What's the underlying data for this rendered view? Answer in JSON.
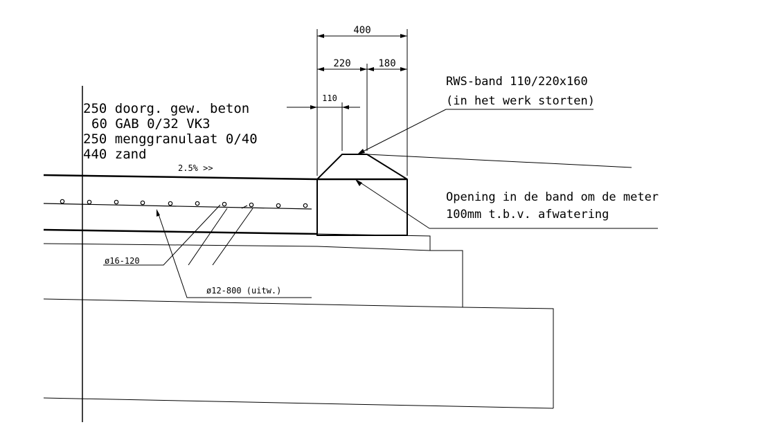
{
  "layers": {
    "l1": "250 doorg. gew. beton",
    "l2": "60 GAB 0/32 VK3",
    "l3": "250 menggranulaat 0/40",
    "l4": "440 zand"
  },
  "slope": "2.5% >>",
  "dims": {
    "total": "400",
    "left": "220",
    "right": "180",
    "inner": "110"
  },
  "band_note": {
    "line1": "RWS-band 110/220x160",
    "line2": "(in het werk storten)"
  },
  "opening_note": {
    "line1": "Opening in de band om de meter",
    "line2": "100mm t.b.v. afwatering"
  },
  "rebar": {
    "long": "ø16-120",
    "cross": "ø12-800 (uitw.)"
  }
}
